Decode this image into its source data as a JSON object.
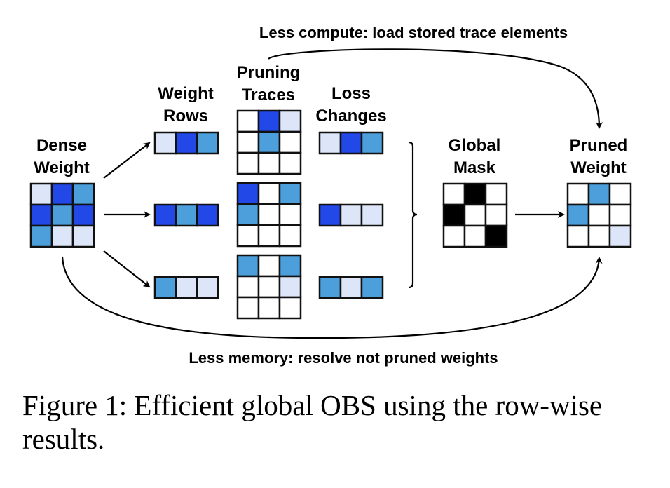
{
  "figure": {
    "labels": {
      "dense_weight": [
        "Dense",
        "Weight"
      ],
      "weight_rows": [
        "Weight",
        "Rows"
      ],
      "pruning_traces": [
        "Pruning",
        "Traces"
      ],
      "loss_changes": [
        "Loss",
        "Changes"
      ],
      "global_mask": [
        "Global",
        "Mask"
      ],
      "pruned_weight": [
        "Pruned",
        "Weight"
      ]
    },
    "annotations": {
      "top": "Less compute: load stored trace elements",
      "bottom": "Less memory: resolve not pruned weights"
    },
    "palette": {
      "0": "#ffffff",
      "1": "#dce6f8",
      "2": "#4c9fdb",
      "3": "#2249e8",
      "k": "#000000"
    },
    "dense_weight": [
      [
        1,
        3,
        2
      ],
      [
        3,
        2,
        3
      ],
      [
        2,
        1,
        1
      ]
    ],
    "weight_rows": [
      [
        1,
        3,
        2
      ],
      [
        3,
        2,
        3
      ],
      [
        2,
        1,
        1
      ]
    ],
    "pruning_traces": [
      [
        [
          0,
          3,
          1
        ],
        [
          0,
          2,
          0
        ],
        [
          0,
          0,
          0
        ]
      ],
      [
        [
          3,
          0,
          2
        ],
        [
          2,
          0,
          0
        ],
        [
          0,
          0,
          0
        ]
      ],
      [
        [
          2,
          0,
          2
        ],
        [
          0,
          0,
          1
        ],
        [
          0,
          0,
          0
        ]
      ]
    ],
    "loss_changes": [
      [
        1,
        3,
        2
      ],
      [
        3,
        1,
        1
      ],
      [
        2,
        1,
        2
      ]
    ],
    "global_mask": [
      [
        "0",
        "k",
        "0"
      ],
      [
        "k",
        "0",
        "0"
      ],
      [
        "0",
        "0",
        "k"
      ]
    ],
    "pruned_weight": [
      [
        0,
        2,
        0
      ],
      [
        2,
        0,
        0
      ],
      [
        0,
        0,
        1
      ]
    ]
  },
  "caption": "Figure 1: Efficient global OBS using the row-wise results."
}
